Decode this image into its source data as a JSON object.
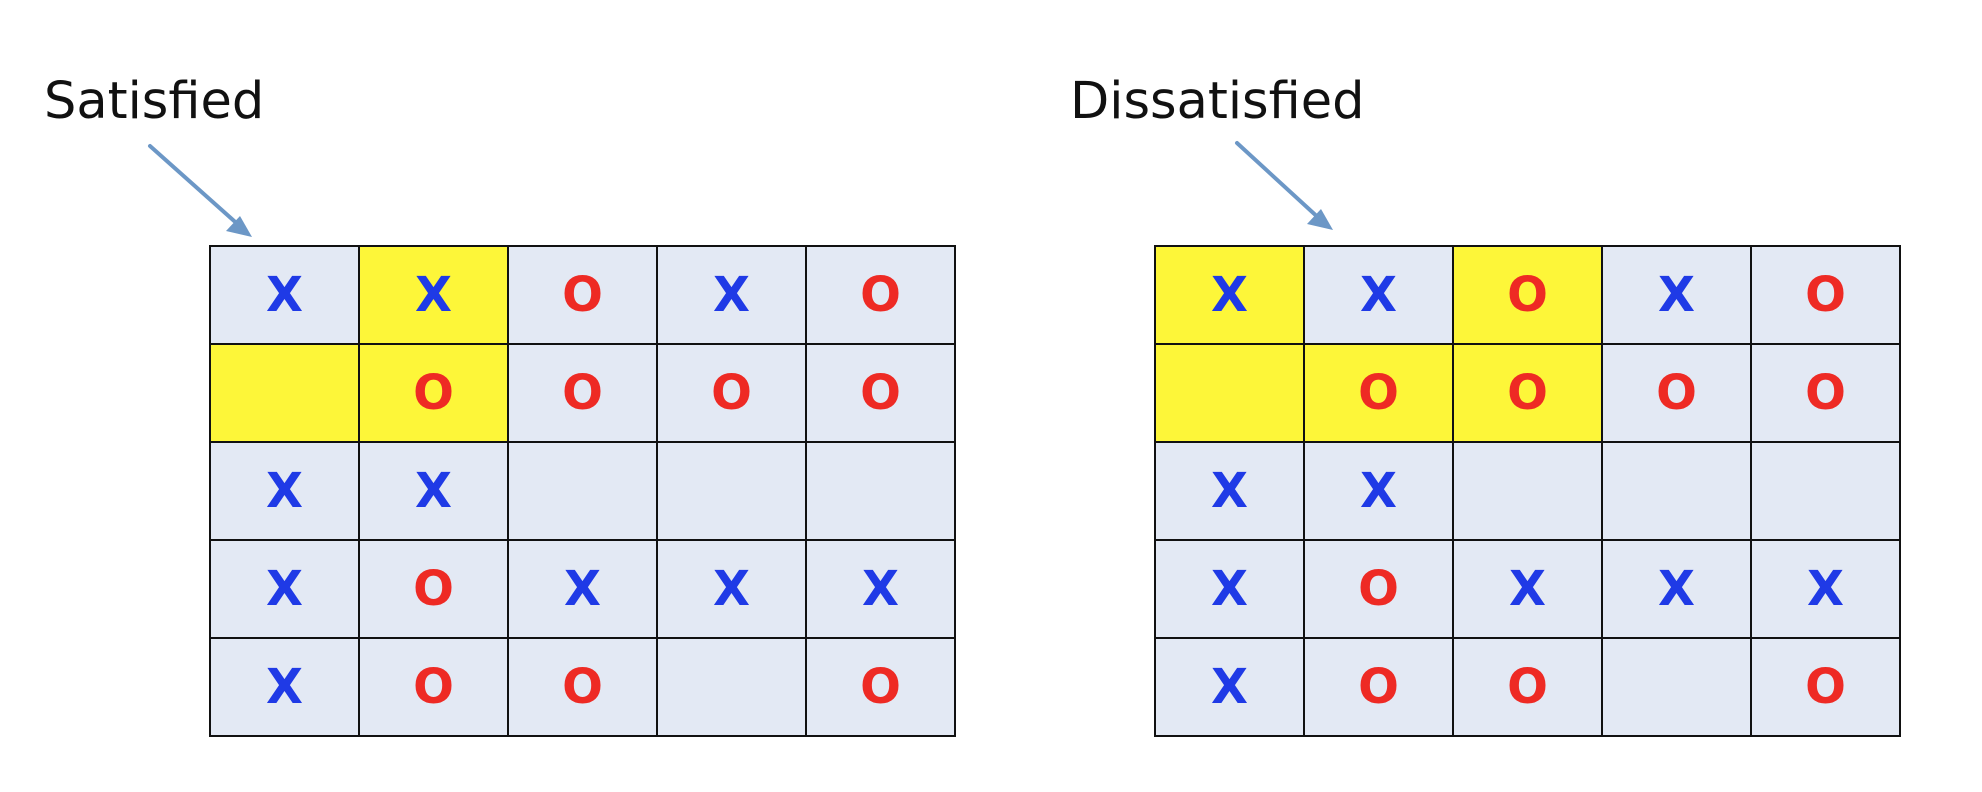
{
  "colors": {
    "empty_cell": "#e3e9f4",
    "highlight_cell": "#fdf639",
    "x_color": "#1f3ae6",
    "o_color": "#ee2a24",
    "arrow": "#6c97c6"
  },
  "panels": [
    {
      "label": "Satisfied",
      "highlighted": [
        [
          0,
          1
        ],
        [
          1,
          0
        ],
        [
          1,
          1
        ]
      ],
      "grid": [
        [
          "X",
          "X",
          "O",
          "X",
          "O"
        ],
        [
          "",
          "O",
          "O",
          "O",
          "O"
        ],
        [
          "X",
          "X",
          "",
          "",
          ""
        ],
        [
          "X",
          "O",
          "X",
          "X",
          "X"
        ],
        [
          "X",
          "O",
          "O",
          "",
          "O"
        ]
      ]
    },
    {
      "label": "Dissatisfied",
      "highlighted": [
        [
          0,
          0
        ],
        [
          0,
          2
        ],
        [
          1,
          0
        ],
        [
          1,
          1
        ],
        [
          1,
          2
        ]
      ],
      "grid": [
        [
          "X",
          "X",
          "O",
          "X",
          "O"
        ],
        [
          "",
          "O",
          "O",
          "O",
          "O"
        ],
        [
          "X",
          "X",
          "",
          "",
          ""
        ],
        [
          "X",
          "O",
          "X",
          "X",
          "X"
        ],
        [
          "X",
          "O",
          "O",
          "",
          "O"
        ]
      ]
    }
  ]
}
